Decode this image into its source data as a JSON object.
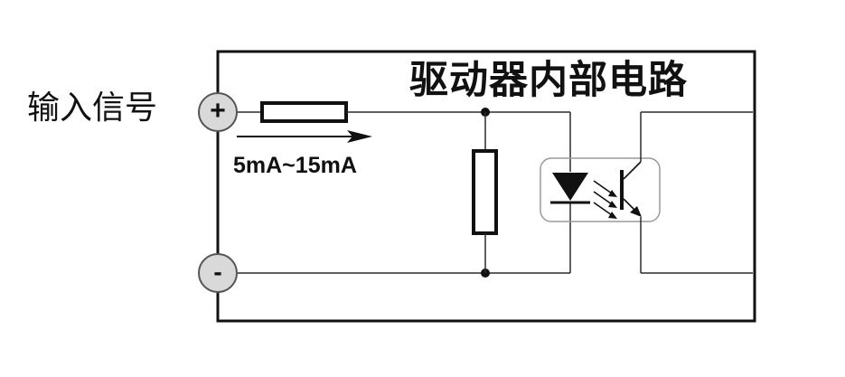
{
  "diagram": {
    "input_label": "输入信号",
    "title": "驱动器内部电路",
    "current_range": "5mA~15mA",
    "terminal_plus": "+",
    "terminal_minus": "-"
  },
  "colors": {
    "wire": "#2b2b2b",
    "terminal_fill": "#d9d9d9",
    "terminal_stroke": "#555555",
    "optocoupler_box": "#9a9a9a"
  }
}
